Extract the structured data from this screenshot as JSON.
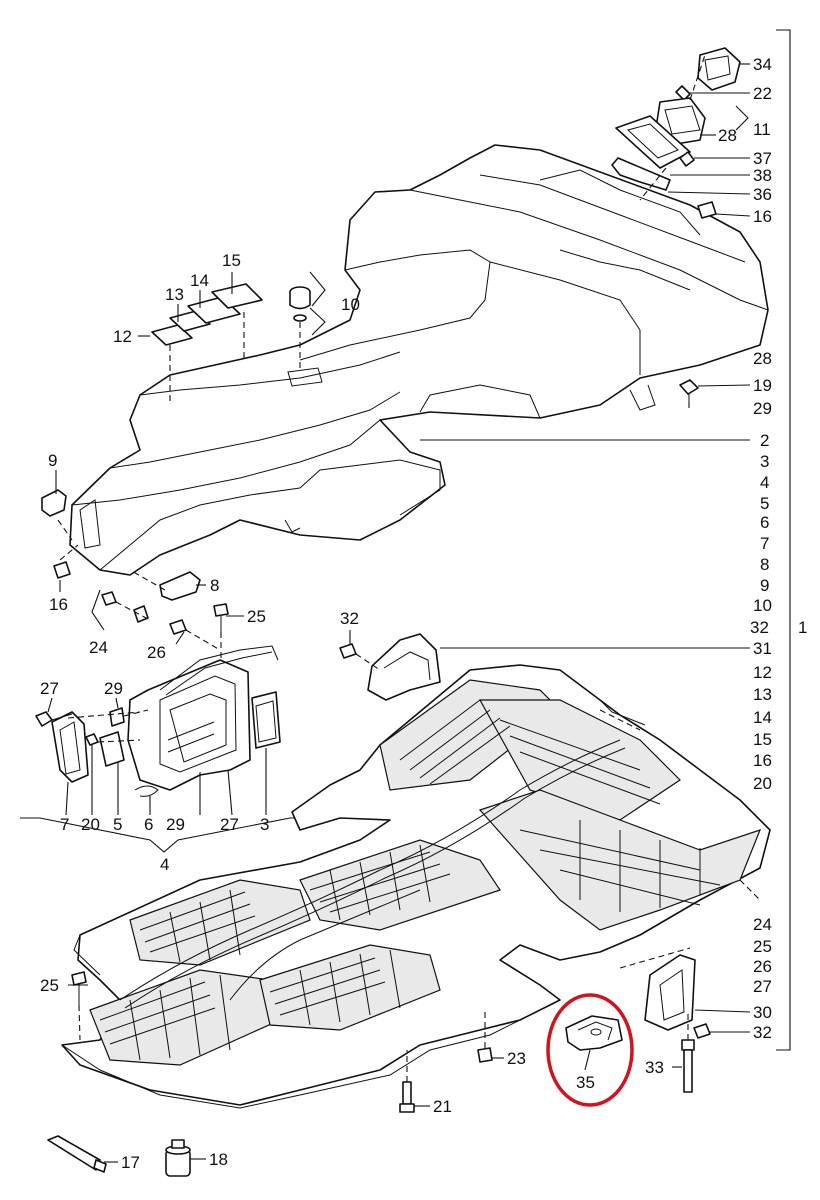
{
  "diagram": {
    "callouts": [
      {
        "id": "c34",
        "text": "34"
      },
      {
        "id": "c22",
        "text": "22"
      },
      {
        "id": "c28a",
        "text": "28"
      },
      {
        "id": "c11",
        "text": "11"
      },
      {
        "id": "c37",
        "text": "37"
      },
      {
        "id": "c38",
        "text": "38"
      },
      {
        "id": "c36",
        "text": "36"
      },
      {
        "id": "c16a",
        "text": "16"
      },
      {
        "id": "c15a",
        "text": "15"
      },
      {
        "id": "c14a",
        "text": "14"
      },
      {
        "id": "c13a",
        "text": "13"
      },
      {
        "id": "c12a",
        "text": "12"
      },
      {
        "id": "c10a",
        "text": "10"
      },
      {
        "id": "c28b",
        "text": "28"
      },
      {
        "id": "c19",
        "text": "19"
      },
      {
        "id": "c29a",
        "text": "29"
      },
      {
        "id": "c2",
        "text": "2"
      },
      {
        "id": "c3a",
        "text": "3"
      },
      {
        "id": "c4a",
        "text": "4"
      },
      {
        "id": "c5a",
        "text": "5"
      },
      {
        "id": "c6a",
        "text": "6"
      },
      {
        "id": "c7a",
        "text": "7"
      },
      {
        "id": "c8a",
        "text": "8"
      },
      {
        "id": "c9a",
        "text": "9"
      },
      {
        "id": "c10b",
        "text": "10"
      },
      {
        "id": "c32a",
        "text": "32"
      },
      {
        "id": "c1",
        "text": "1"
      },
      {
        "id": "c31",
        "text": "31"
      },
      {
        "id": "c12b",
        "text": "12"
      },
      {
        "id": "c13b",
        "text": "13"
      },
      {
        "id": "c14b",
        "text": "14"
      },
      {
        "id": "c15b",
        "text": "15"
      },
      {
        "id": "c16b",
        "text": "16"
      },
      {
        "id": "c20a",
        "text": "20"
      },
      {
        "id": "c24a",
        "text": "24"
      },
      {
        "id": "c25a",
        "text": "25"
      },
      {
        "id": "c26a",
        "text": "26"
      },
      {
        "id": "c27a",
        "text": "27"
      },
      {
        "id": "c30",
        "text": "30"
      },
      {
        "id": "c32b",
        "text": "32"
      },
      {
        "id": "c33",
        "text": "33"
      },
      {
        "id": "c35",
        "text": "35"
      },
      {
        "id": "c9b",
        "text": "9"
      },
      {
        "id": "c16c",
        "text": "16"
      },
      {
        "id": "c8b",
        "text": "8"
      },
      {
        "id": "c24b",
        "text": "24"
      },
      {
        "id": "c25b",
        "text": "25"
      },
      {
        "id": "c26b",
        "text": "26"
      },
      {
        "id": "c32c",
        "text": "32"
      },
      {
        "id": "c27b",
        "text": "27"
      },
      {
        "id": "c29b",
        "text": "29"
      },
      {
        "id": "c7b",
        "text": "7"
      },
      {
        "id": "c20b",
        "text": "20"
      },
      {
        "id": "c5b",
        "text": "5"
      },
      {
        "id": "c6b",
        "text": "6"
      },
      {
        "id": "c29c",
        "text": "29"
      },
      {
        "id": "c27c",
        "text": "27"
      },
      {
        "id": "c3b",
        "text": "3"
      },
      {
        "id": "c4b",
        "text": "4"
      },
      {
        "id": "c25c",
        "text": "25"
      },
      {
        "id": "c23",
        "text": "23"
      },
      {
        "id": "c21",
        "text": "21"
      },
      {
        "id": "c17",
        "text": "17"
      },
      {
        "id": "c18",
        "text": "18"
      }
    ],
    "highlight_color": "#d0141c",
    "line_color": "#111111"
  }
}
